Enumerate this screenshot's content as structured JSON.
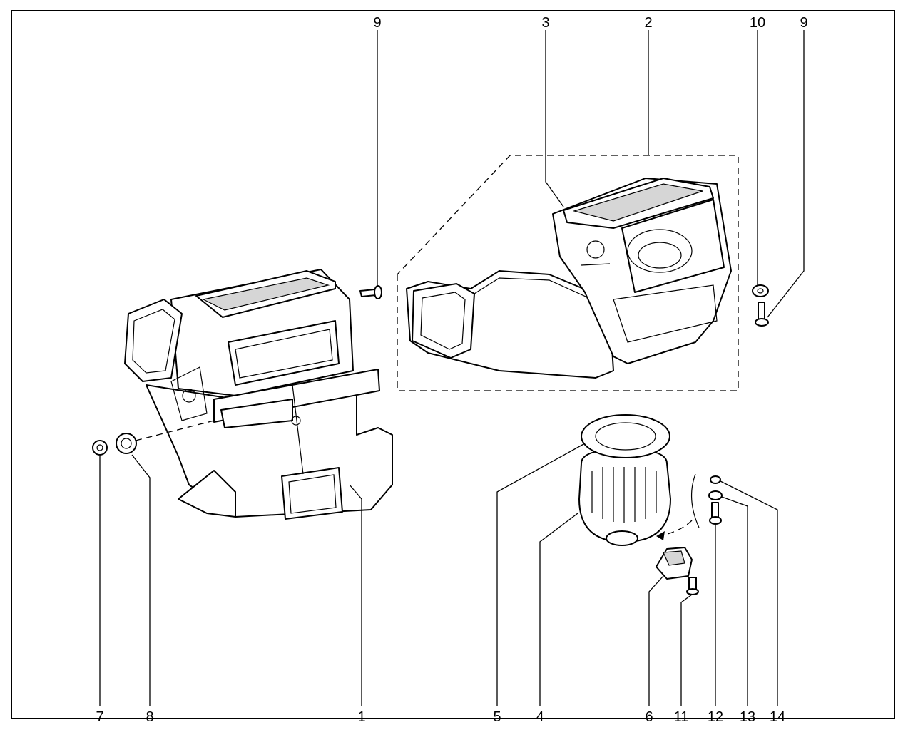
{
  "callouts": [
    {
      "id": "c1",
      "text": "1"
    },
    {
      "id": "c2",
      "text": "2"
    },
    {
      "id": "c3",
      "text": "3"
    },
    {
      "id": "c4",
      "text": "4"
    },
    {
      "id": "c5",
      "text": "5"
    },
    {
      "id": "c6",
      "text": "6"
    },
    {
      "id": "c7",
      "text": "7"
    },
    {
      "id": "c8",
      "text": "8"
    },
    {
      "id": "c9a",
      "text": "9"
    },
    {
      "id": "c9b",
      "text": "9"
    },
    {
      "id": "c10",
      "text": "10"
    },
    {
      "id": "c11",
      "text": "11"
    },
    {
      "id": "c12",
      "text": "12"
    },
    {
      "id": "c13",
      "text": "13"
    },
    {
      "id": "c14",
      "text": "14"
    }
  ],
  "colors": {
    "ink": "#000000",
    "paper": "#ffffff",
    "shade": "#d6d6d6"
  }
}
